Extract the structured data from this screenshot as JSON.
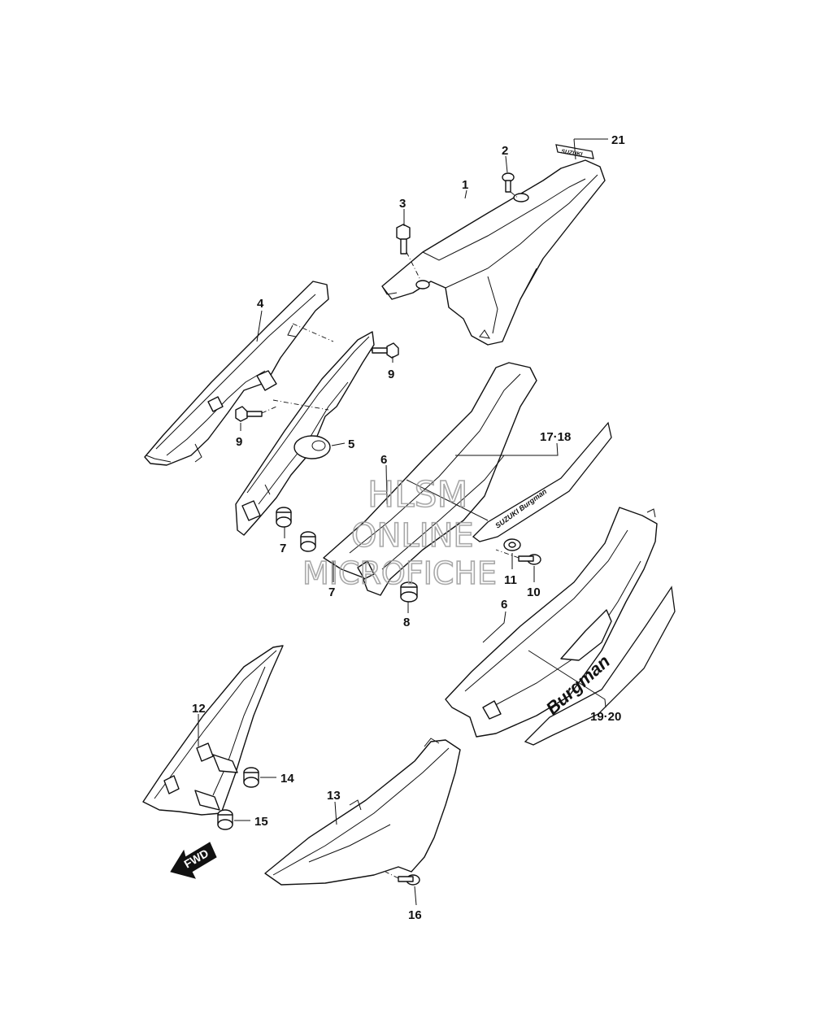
{
  "callouts": {
    "c1": "1",
    "c2": "2",
    "c3": "3",
    "c4": "4",
    "c5": "5",
    "c6a": "6",
    "c6b": "6",
    "c7a": "7",
    "c7b": "7",
    "c8": "8",
    "c9a": "9",
    "c9b": "9",
    "c10": "10",
    "c11": "11",
    "c12": "12",
    "c13": "13",
    "c14": "14",
    "c15": "15",
    "c16": "16",
    "c17_18": "17·18",
    "c19_20": "19·20",
    "c21": "21"
  },
  "watermark": {
    "line1": "HLSM",
    "line2": "ONLINE",
    "line3": "MICROFICHE"
  },
  "fwd_label": "FWD",
  "decals": {
    "seat_tail_emblem": "SUZUKI",
    "side_decal_small": "SUZUKI Burgman",
    "side_decal_large": "Burgman"
  }
}
